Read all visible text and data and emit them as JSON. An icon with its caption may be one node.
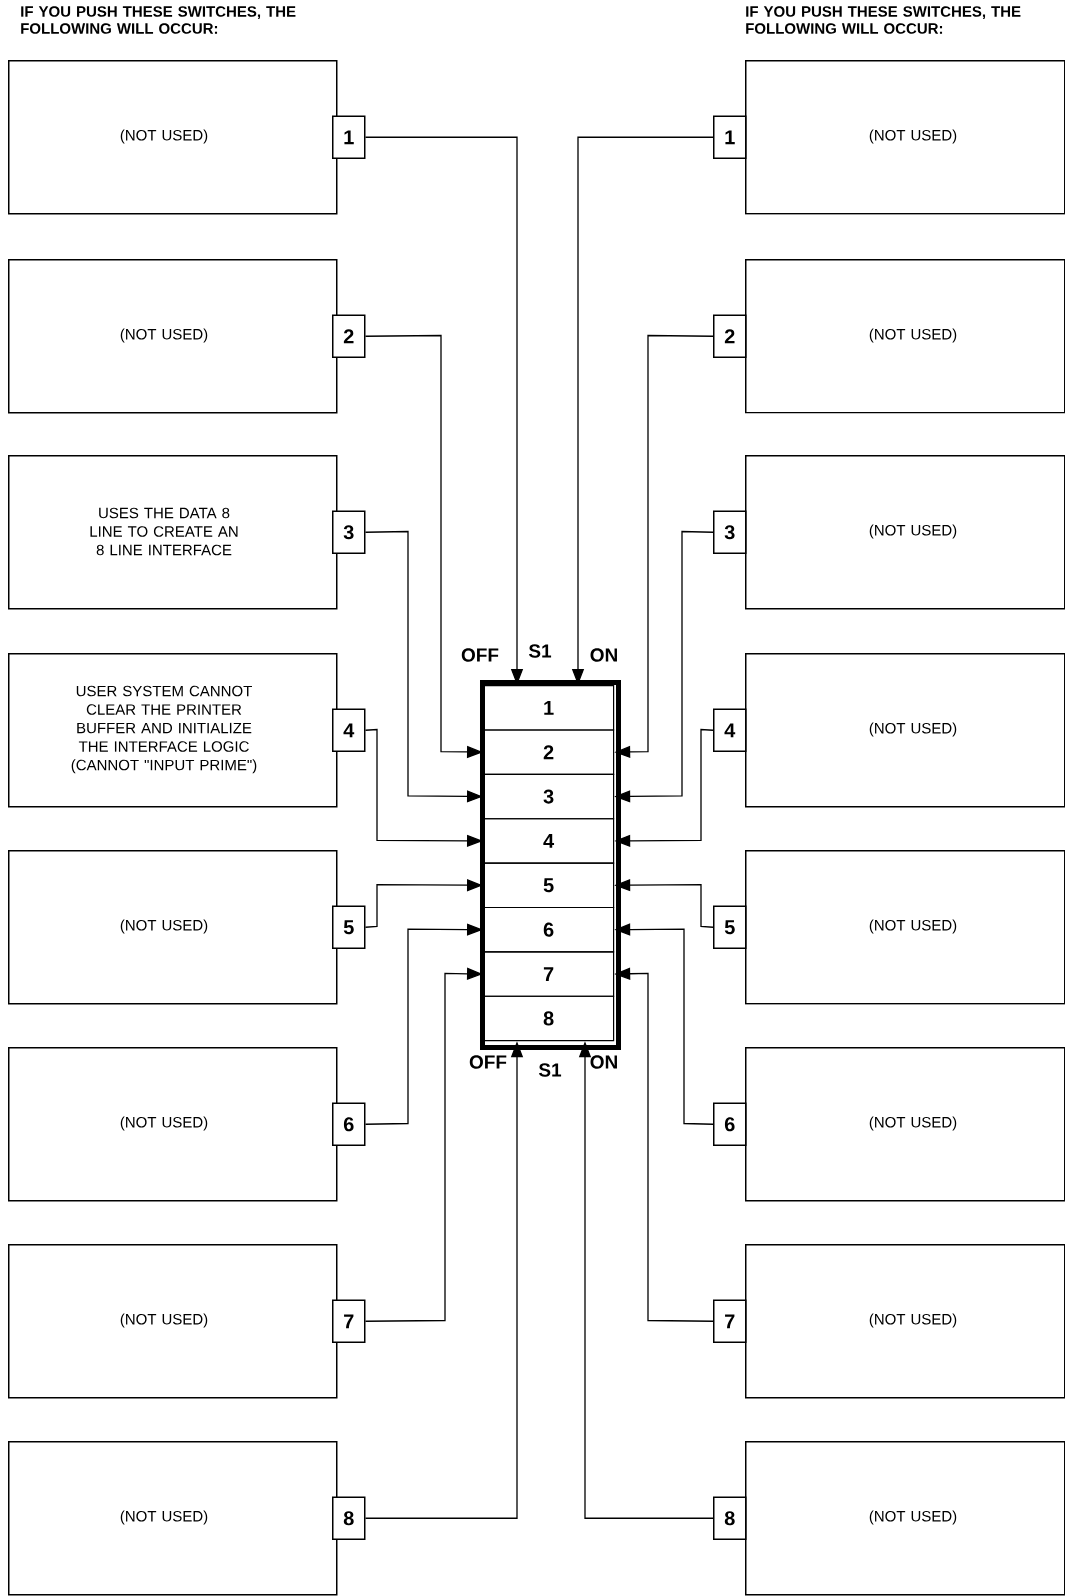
{
  "diagram": {
    "nodes": [
      {
        "text": [],
        "shape": "box"
      },
      {
        "text": [
          "1"
        ],
        "in": 0
      },
      {
        "text": [
          "2"
        ],
        "in": 0
      },
      {
        "text": [
          "3"
        ],
        "in": 0
      },
      {
        "text": [
          "4"
        ],
        "in": 0
      },
      {
        "text": [
          "5"
        ],
        "in": 0
      },
      {
        "text": [
          "6"
        ],
        "in": 0
      },
      {
        "text": [
          "7"
        ],
        "in": 0
      },
      {
        "text": [
          "8"
        ],
        "in": 0
      },
      {
        "text": [
          "(NOT USED)"
        ]
      },
      {
        "text": [
          "1"
        ]
      },
      {
        "text": [
          "(NOT USED)"
        ]
      },
      {
        "text": [
          "2"
        ]
      },
      {
        "text": [
          "USES THE DATA 8 LINE TO CREATE AN 8 LINE INTERFACE"
        ]
      },
      {
        "text": [
          "3"
        ]
      },
      {
        "text": [
          "USER SYSTEM CANNOT CLEAR THE PRINTER BUFFER AND INITIALIZE THE INTERFACE LOGIC (CANNOT \"INPUT PRIME\")"
        ]
      },
      {
        "text": [
          "4"
        ]
      },
      {
        "text": [
          "(NOT USED)"
        ]
      },
      {
        "text": [
          "5"
        ]
      },
      {
        "text": [
          "(NOT USED)"
        ]
      },
      {
        "text": [
          "6"
        ]
      },
      {
        "text": [
          "(NOT USED)"
        ]
      },
      {
        "text": [
          "7"
        ]
      },
      {
        "text": [
          "(NOT USED)"
        ]
      },
      {
        "text": [
          "8"
        ]
      },
      {
        "text": [
          "(NOT USED)"
        ]
      },
      {
        "text": [
          "1"
        ]
      },
      {
        "text": [
          "(NOT USED)"
        ]
      },
      {
        "text": [
          "2"
        ]
      },
      {
        "text": [
          "(NOT USED)"
        ]
      },
      {
        "text": [
          "3"
        ]
      },
      {
        "text": [
          "(NOT USED)"
        ]
      },
      {
        "text": [
          "4"
        ]
      },
      {
        "text": [
          "(NOT USED)"
        ]
      },
      {
        "text": [
          "5"
        ]
      },
      {
        "text": [
          "(NOT USED)"
        ]
      },
      {
        "text": [
          "6"
        ]
      },
      {
        "text": [
          "(NOT USED)"
        ]
      },
      {
        "text": [
          "7"
        ]
      },
      {
        "text": [
          "(NOT USED)"
        ]
      },
      {
        "text": [
          "8"
        ]
      }
    ],
    "edges": [
      {
        "from": 10,
        "to": 1,
        "arrow": "to"
      },
      {
        "from": 12,
        "to": 2,
        "arrow": "to"
      },
      {
        "from": 14,
        "to": 3,
        "arrow": "to"
      },
      {
        "from": 16,
        "to": 4,
        "arrow": "to"
      },
      {
        "from": 18,
        "to": 5,
        "arrow": "to"
      },
      {
        "from": 20,
        "to": 6,
        "arrow": "to"
      },
      {
        "from": 22,
        "to": 7,
        "arrow": "to"
      },
      {
        "from": 24,
        "to": 8,
        "arrow": "to"
      },
      {
        "from": 26,
        "to": 1,
        "arrow": "to"
      },
      {
        "from": 28,
        "to": 2,
        "arrow": "to"
      },
      {
        "from": 30,
        "to": 3,
        "arrow": "to"
      },
      {
        "from": 32,
        "to": 4,
        "arrow": "to"
      },
      {
        "from": 34,
        "to": 5,
        "arrow": "to"
      },
      {
        "from": 36,
        "to": 6,
        "arrow": "to"
      },
      {
        "from": 38,
        "to": 7,
        "arrow": "to"
      },
      {
        "from": 40,
        "to": 8,
        "arrow": "to"
      }
    ],
    "labels": [
      "IF YOU PUSH THESE SWITCHES, THE FOLLOWING WILL OCCUR:",
      "IF YOU PUSH THESE SWITCHES, THE FOLLOWING WILL OCCUR:",
      "OFF",
      "S1",
      "ON",
      "OFF",
      "S1",
      "ON"
    ]
  }
}
